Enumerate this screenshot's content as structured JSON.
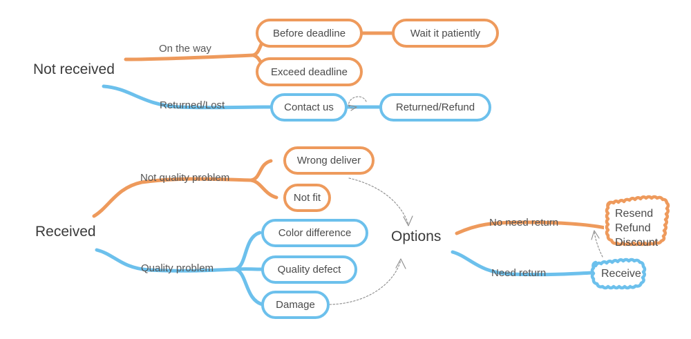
{
  "diagram": {
    "title_text": "",
    "colors": {
      "orange": "#ee9a5c",
      "blue": "#6cc0ec",
      "text": "#4a4a4a",
      "root_text": "#3a3a3a",
      "label_text": "#555555",
      "background": "#ffffff",
      "arrow": "#808080"
    },
    "roots": [
      {
        "id": "not-received",
        "label": "Not received"
      },
      {
        "id": "received",
        "label": "Received"
      }
    ],
    "hubs": [
      {
        "id": "options",
        "label": "Options"
      }
    ],
    "branch_labels": [
      {
        "id": "on-the-way",
        "label": "On the way",
        "color": "orange"
      },
      {
        "id": "returned-lost",
        "label": "Returned/Lost",
        "color": "blue"
      },
      {
        "id": "not-quality-problem",
        "label": "Not quality problem",
        "color": "orange"
      },
      {
        "id": "quality-problem",
        "label": "Quality problem",
        "color": "blue"
      },
      {
        "id": "no-need-return",
        "label": "No need return",
        "color": "orange"
      },
      {
        "id": "need-return",
        "label": "Need return",
        "color": "blue"
      }
    ],
    "nodes": [
      {
        "id": "before-deadline",
        "label": "Before deadline",
        "color": "orange"
      },
      {
        "id": "wait-it-patiently",
        "label": "Wait it patiently",
        "color": "orange"
      },
      {
        "id": "exceed-deadline",
        "label": "Exceed deadline",
        "color": "orange"
      },
      {
        "id": "contact-us",
        "label": "Contact us",
        "color": "blue"
      },
      {
        "id": "returned-refund",
        "label": "Returned/Refund",
        "color": "blue"
      },
      {
        "id": "wrong-deliver",
        "label": "Wrong deliver",
        "color": "orange"
      },
      {
        "id": "not-fit",
        "label": "Not fit",
        "color": "orange"
      },
      {
        "id": "color-difference",
        "label": "Color difference",
        "color": "blue"
      },
      {
        "id": "quality-defect",
        "label": "Quality defect",
        "color": "blue"
      },
      {
        "id": "damage",
        "label": "Damage",
        "color": "blue"
      }
    ],
    "cloud_nodes": [
      {
        "id": "resend-refund-discount",
        "color": "orange",
        "lines": [
          "Resend",
          "Refund",
          "Discount"
        ]
      },
      {
        "id": "receive",
        "color": "blue",
        "lines": [
          "Receive"
        ]
      }
    ]
  }
}
